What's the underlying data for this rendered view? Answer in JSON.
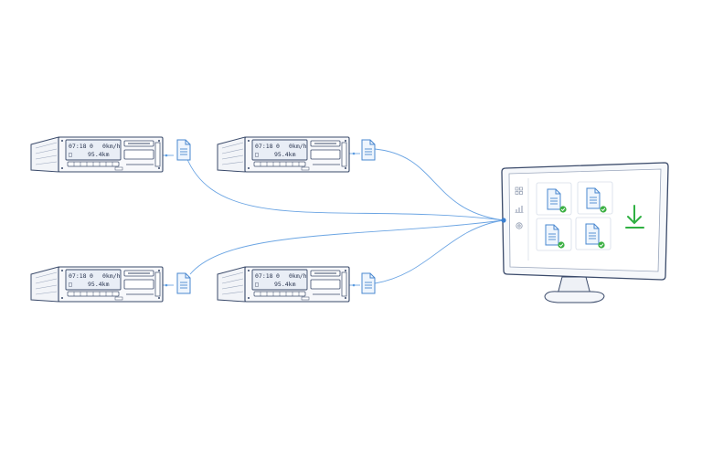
{
  "tachographs": [
    {
      "time": "07:18",
      "speed_value": "0",
      "speed_unit": "0km/h",
      "odometer": "95.4km"
    },
    {
      "time": "07:18",
      "speed_value": "0",
      "speed_unit": "0km/h",
      "odometer": "95.4km"
    },
    {
      "time": "07:18",
      "speed_value": "0",
      "speed_unit": "0km/h",
      "odometer": "95.4km"
    },
    {
      "time": "07:18",
      "speed_value": "0",
      "speed_unit": "0km/h",
      "odometer": "95.4km"
    }
  ],
  "monitor": {
    "sidebar_icons": [
      "grid-icon",
      "bar-chart-icon",
      "settings-icon"
    ],
    "file_tiles": [
      {
        "status": "verified"
      },
      {
        "status": "verified"
      },
      {
        "status": "verified"
      },
      {
        "status": "verified"
      }
    ],
    "download_icon": "download-icon"
  },
  "colors": {
    "line": "#5b9be0",
    "outline": "#3a4a6a",
    "check": "#3cb043",
    "download": "#2fb042",
    "file": "#4a88d0"
  }
}
